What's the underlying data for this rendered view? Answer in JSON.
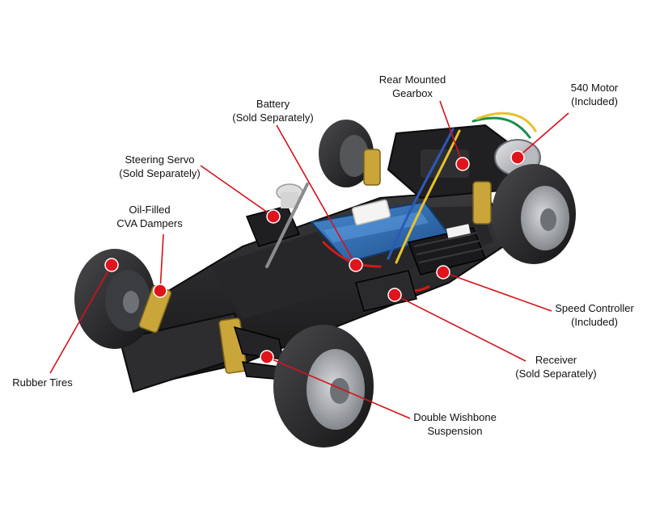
{
  "colors": {
    "leader": "#d4121a",
    "dot": "#e0141c",
    "chassis": "#1c1c1e",
    "tire": "#2a2a2c",
    "wheel": "#9a9da1",
    "spring": "#c9a53a",
    "battery": "#2e6fb4"
  },
  "callouts": [
    {
      "id": "rear-gearbox",
      "lines": [
        "Rear Mounted",
        "Gearbox"
      ]
    },
    {
      "id": "motor",
      "lines": [
        "540 Motor",
        "(Included)"
      ]
    },
    {
      "id": "battery",
      "lines": [
        "Battery",
        "(Sold Separately)"
      ]
    },
    {
      "id": "steering-servo",
      "lines": [
        "Steering Servo",
        "(Sold Separately)"
      ]
    },
    {
      "id": "dampers",
      "lines": [
        "Oil-Filled",
        "CVA Dampers"
      ]
    },
    {
      "id": "speed-controller",
      "lines": [
        "Speed Controller",
        "(Included)"
      ]
    },
    {
      "id": "receiver",
      "lines": [
        "Receiver",
        "(Sold Separately)"
      ]
    },
    {
      "id": "tires",
      "lines": [
        "Rubber Tires"
      ]
    },
    {
      "id": "suspension",
      "lines": [
        "Double Wishbone",
        "Suspension"
      ]
    }
  ]
}
